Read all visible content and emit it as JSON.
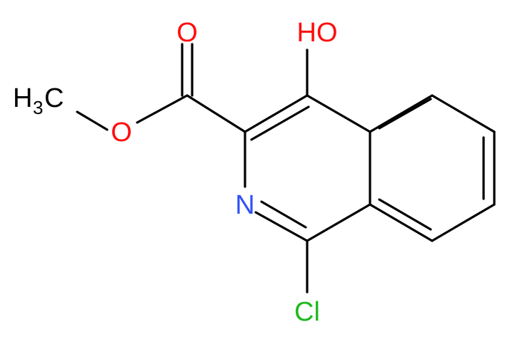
{
  "colors": {
    "carbon_bond": "#000000",
    "oxygen": "#ff0d0d",
    "nitrogen": "#3050f8",
    "chlorine": "#1fb81f",
    "methyl": "#000000",
    "background": "#ffffff"
  },
  "labels": {
    "carbonyl_oxygen": "O",
    "ester_oxygen": "O",
    "hydroxyl": "HO",
    "nitrogen": "N",
    "chlorine": "Cl",
    "methyl_h": "H",
    "methyl_sub": "3",
    "methyl_c": "C"
  }
}
